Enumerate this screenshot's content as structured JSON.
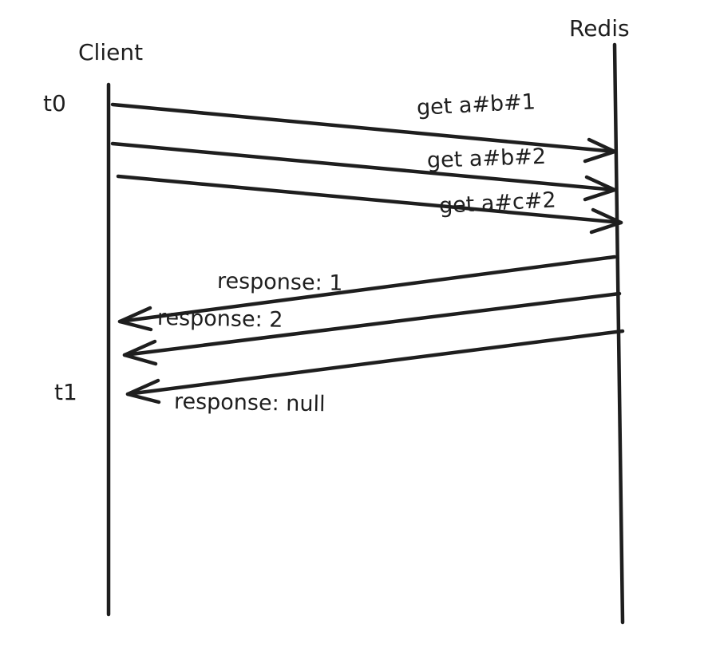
{
  "participants": {
    "client": "Client",
    "redis": "Redis"
  },
  "time_marks": {
    "start": "t0",
    "end": "t1"
  },
  "requests": [
    {
      "label": "get a#b#1"
    },
    {
      "label": "get a#b#2"
    },
    {
      "label": "get a#c#2"
    }
  ],
  "responses": [
    {
      "label": "response: 1"
    },
    {
      "label": "response: 2"
    },
    {
      "label": "response: null"
    }
  ],
  "colors": {
    "stroke": "#1e1e1e",
    "background": "#ffffff"
  }
}
